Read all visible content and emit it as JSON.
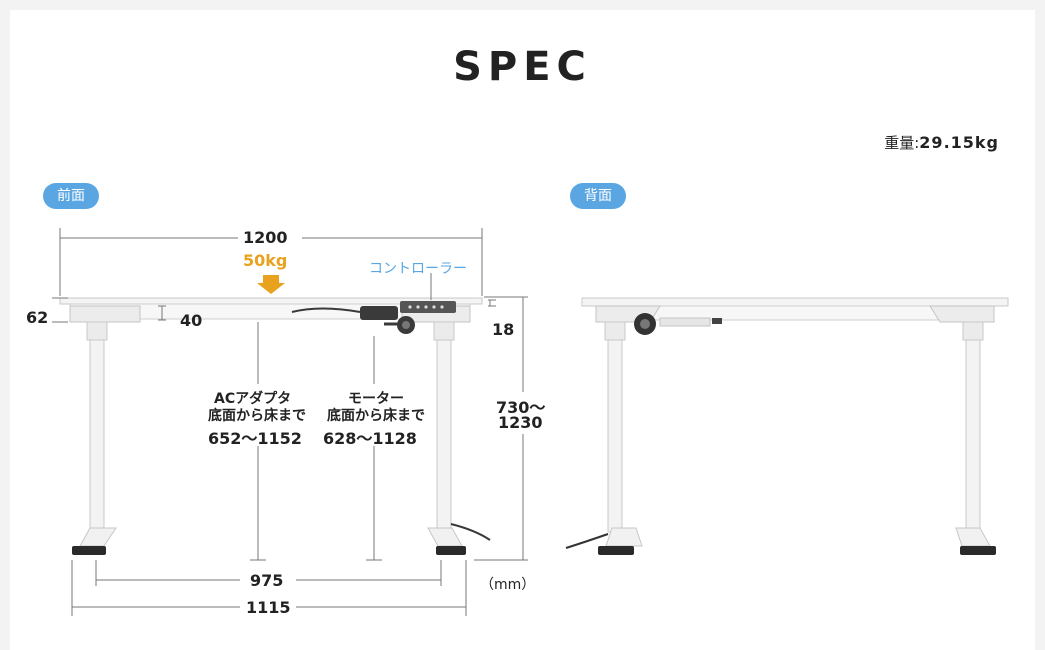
{
  "title": "SPEC",
  "weight": {
    "label": "重量:",
    "value": "29.15kg"
  },
  "front": {
    "tag": "前面",
    "width": "1200",
    "load": "50kg",
    "controller": "コントローラー",
    "top_thickness": "62",
    "frame_height": "40",
    "right_thickness": "18",
    "height_range_line1": "730〜",
    "height_range_line2": "1230",
    "adapter_line1": "ACアダプタ",
    "adapter_line2": "底面から床まで",
    "adapter_line3": "652〜1152",
    "motor_line1": "モーター",
    "motor_line2": "底面から床まで",
    "motor_line3": "628〜1128",
    "inner_width": "975",
    "foot_width": "1115",
    "unit": "（mm）"
  },
  "back": {
    "tag": "背面"
  },
  "colors": {
    "accent": "#5aa6e2",
    "load": "#e8a21e"
  }
}
